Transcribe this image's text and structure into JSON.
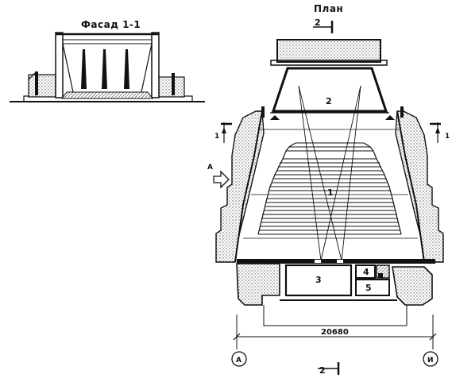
{
  "facade": {
    "title": "Фасад 1-1"
  },
  "plan": {
    "title": "План",
    "section_mark_top": "2",
    "section_mark_bottom": "2",
    "section_1_left": "1",
    "section_1_right": "1",
    "view_arrow": "А",
    "rooms": {
      "auditorium": "1",
      "screen": "2",
      "projection": "3",
      "room_4": "4",
      "room_5": "5"
    },
    "dimension": "20680",
    "axis_left": "А",
    "axis_right": "И"
  },
  "colors": {
    "ink": "#111111",
    "stipple": "#6a6a6a",
    "paper": "#ffffff"
  }
}
